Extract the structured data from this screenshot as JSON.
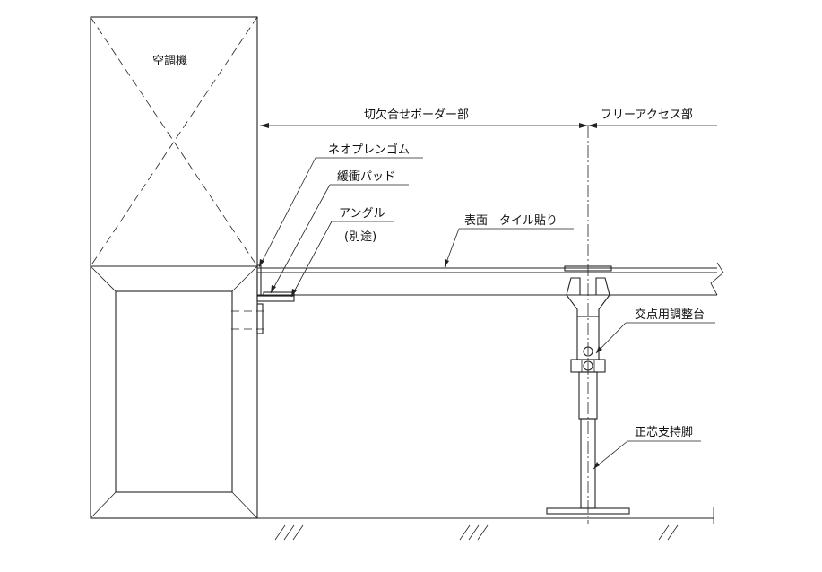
{
  "labels": {
    "aircon": "空調機",
    "cutout_border": "切欠合せボーダー部",
    "free_access": "フリーアクセス部",
    "neoprene": "ネオプレンゴム",
    "cushion_pad": "緩衝パッド",
    "angle": "アングル",
    "angle_note": "(別途)",
    "surface": "表面　タイル貼り",
    "intersection_adjuster": "交点用調整台",
    "pedestal": "正芯支持脚"
  }
}
